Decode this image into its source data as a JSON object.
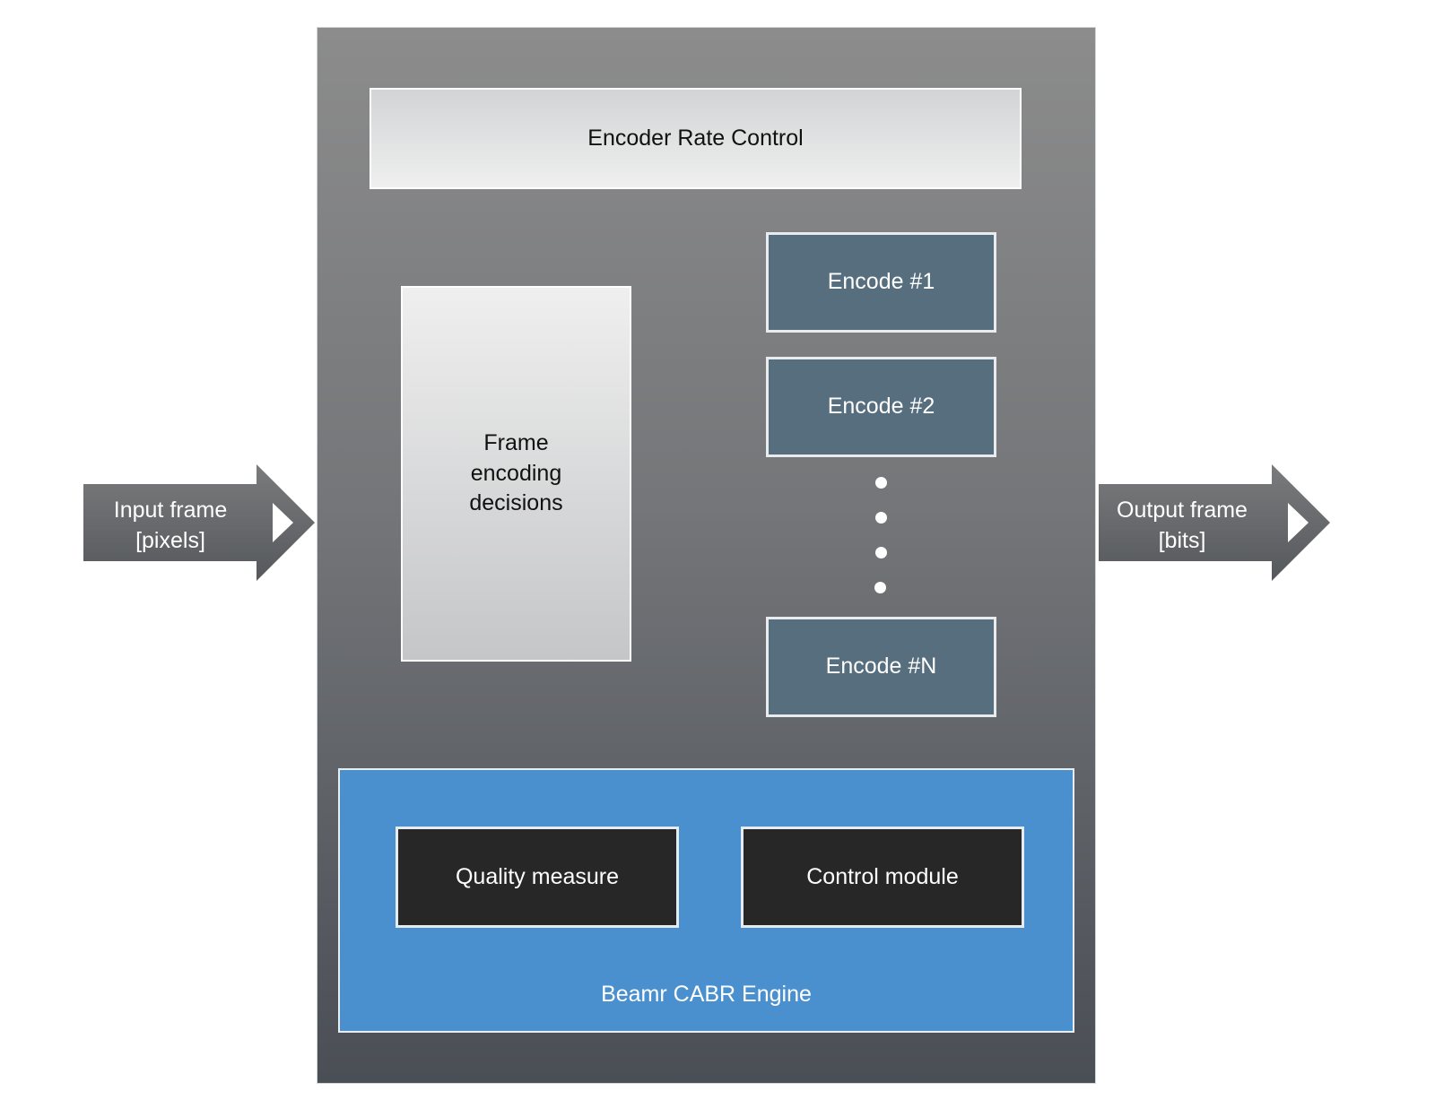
{
  "diagram": {
    "input_arrow": {
      "label": "Input frame\n[pixels]"
    },
    "output_arrow": {
      "label": "Output frame\n[bits]"
    },
    "rate_control": {
      "label": "Encoder Rate Control"
    },
    "decisions": {
      "label": "Frame\nencoding\ndecisions"
    },
    "encodes": [
      {
        "label": "Encode #1"
      },
      {
        "label": "Encode #2"
      },
      {
        "label": "Encode #N"
      }
    ],
    "engine": {
      "label": "Beamr CABR Engine",
      "quality_measure": "Quality measure",
      "control_module": "Control module"
    }
  }
}
